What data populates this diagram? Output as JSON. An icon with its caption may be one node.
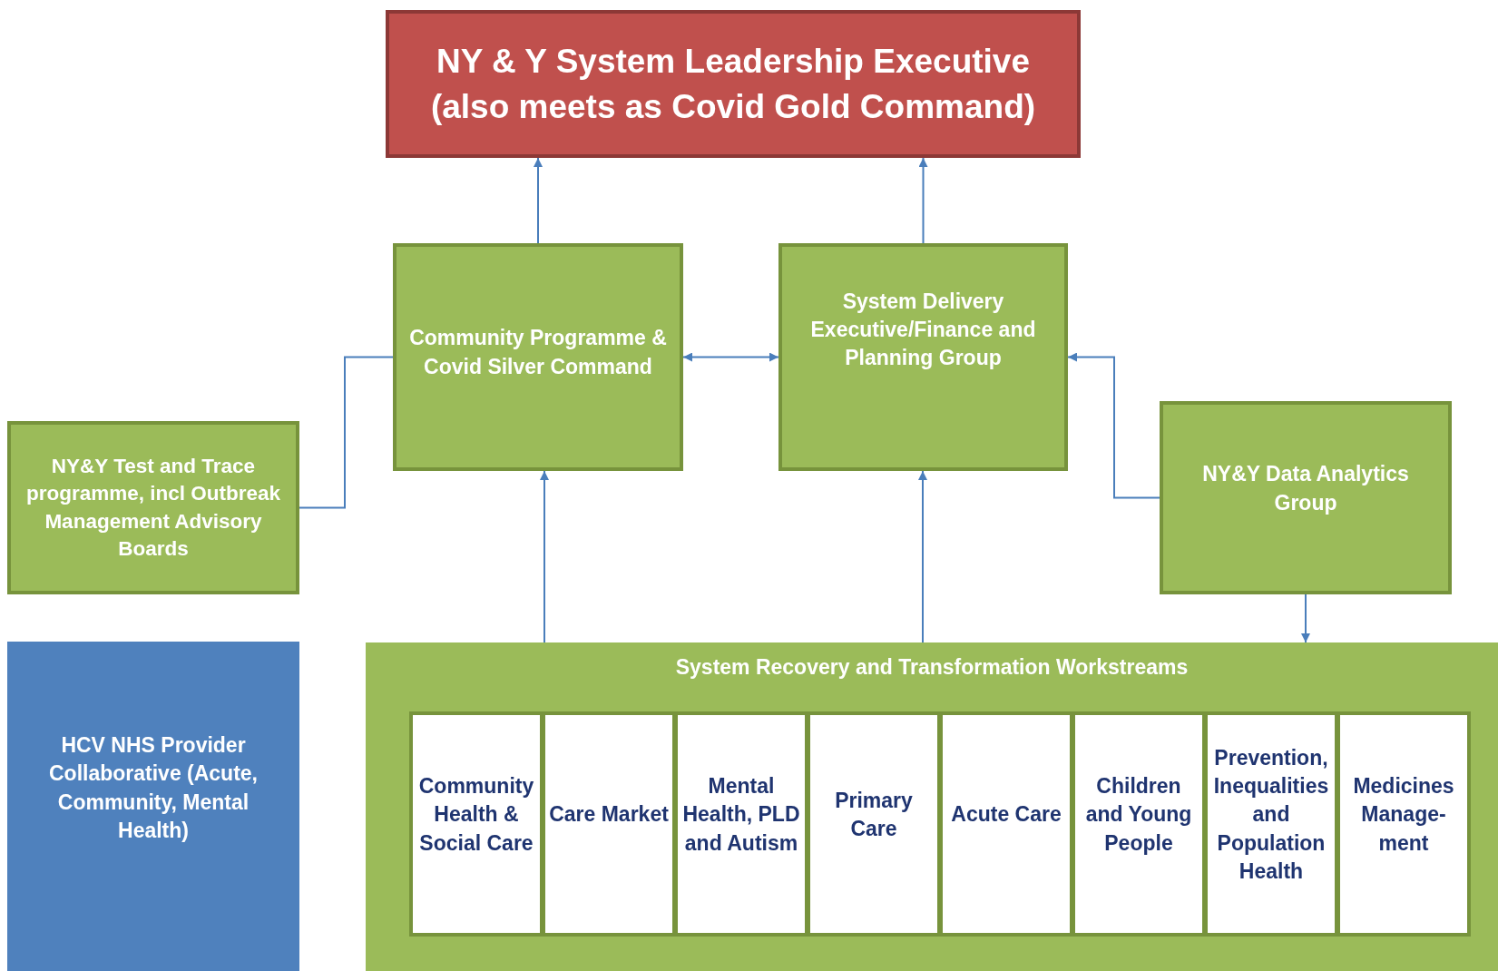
{
  "diagram": {
    "nodes": [
      {
        "text": [
          "NY & Y System Leadership Executive (also meets as Covid Gold Command)"
        ]
      },
      {
        "text": [
          "Community Programme & Covid Silver Command"
        ]
      },
      {
        "text": [
          "System Delivery Executive/Finance and Planning Group"
        ]
      },
      {
        "text": [
          "NY&Y Test and Trace programme, incl Outbreak Management Advisory Boards"
        ]
      },
      {
        "text": [
          "NY&Y Data Analytics Group"
        ]
      },
      {
        "text": [
          "HCV NHS Provider Collaborative (Acute, Community, Mental Health)"
        ]
      },
      {
        "text": [
          "System Recovery and Transformation Workstreams"
        ]
      },
      {
        "text": [
          "Community Health & Social Care"
        ],
        "in": 6
      },
      {
        "text": [
          "Care Market"
        ],
        "in": 6
      },
      {
        "text": [
          "Mental Health, PLD and Autism"
        ],
        "in": 6
      },
      {
        "text": [
          "Primary Care"
        ],
        "in": 6
      },
      {
        "text": [
          "Acute Care"
        ],
        "in": 6
      },
      {
        "text": [
          "Children and Young People"
        ],
        "in": 6
      },
      {
        "text": [
          "Prevention, Inequalities and Population Health"
        ],
        "in": 6
      },
      {
        "text": [
          "Medicines Manage-ment"
        ],
        "in": 6
      }
    ],
    "edges": [
      {
        "from": 1,
        "to": 0,
        "arrow": "to"
      },
      {
        "from": 2,
        "to": 0,
        "arrow": "to"
      },
      {
        "from": 1,
        "to": 2,
        "arrow": "both"
      },
      {
        "from": 3,
        "to": 1,
        "arrow": "none"
      },
      {
        "from": 4,
        "to": 2,
        "arrow": "to"
      },
      {
        "from": 4,
        "to": 6,
        "arrow": "to"
      },
      {
        "from": 6,
        "to": 1,
        "arrow": "to"
      },
      {
        "from": 6,
        "to": 2,
        "arrow": "to"
      }
    ]
  }
}
